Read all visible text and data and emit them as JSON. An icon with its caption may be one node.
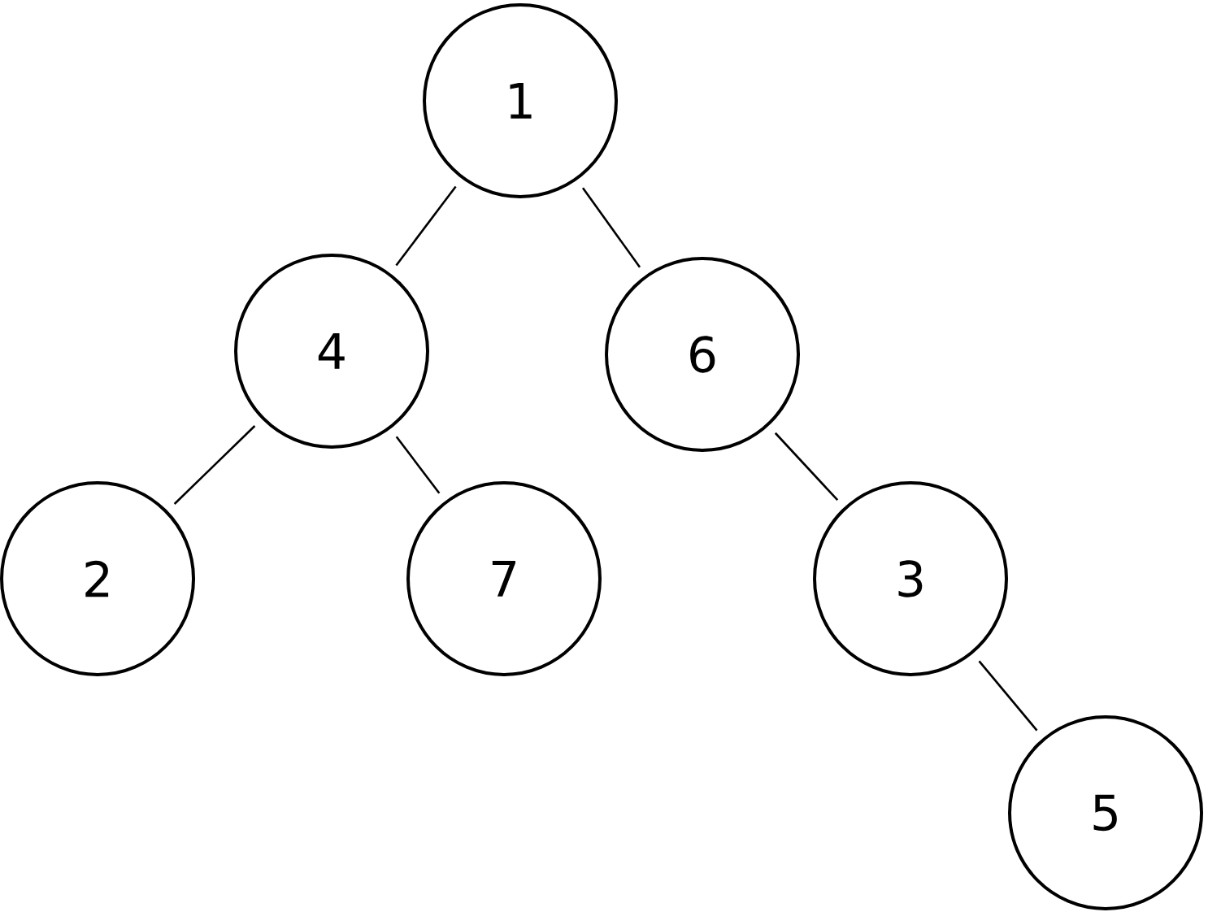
{
  "diagram": {
    "nodes": [
      {
        "text": [
          "1"
        ]
      },
      {
        "text": [
          "4"
        ]
      },
      {
        "text": [
          "6"
        ]
      },
      {
        "text": [
          "2"
        ]
      },
      {
        "text": [
          "7"
        ]
      },
      {
        "text": [
          "3"
        ]
      },
      {
        "text": [
          "5"
        ]
      }
    ],
    "edges": [
      {
        "from": 0,
        "to": 1,
        "arrow": "none"
      },
      {
        "from": 0,
        "to": 2,
        "arrow": "none"
      },
      {
        "from": 1,
        "to": 3,
        "arrow": "none"
      },
      {
        "from": 1,
        "to": 4,
        "arrow": "none"
      },
      {
        "from": 2,
        "to": 5,
        "arrow": "none"
      },
      {
        "from": 5,
        "to": 6,
        "arrow": "none"
      }
    ]
  }
}
